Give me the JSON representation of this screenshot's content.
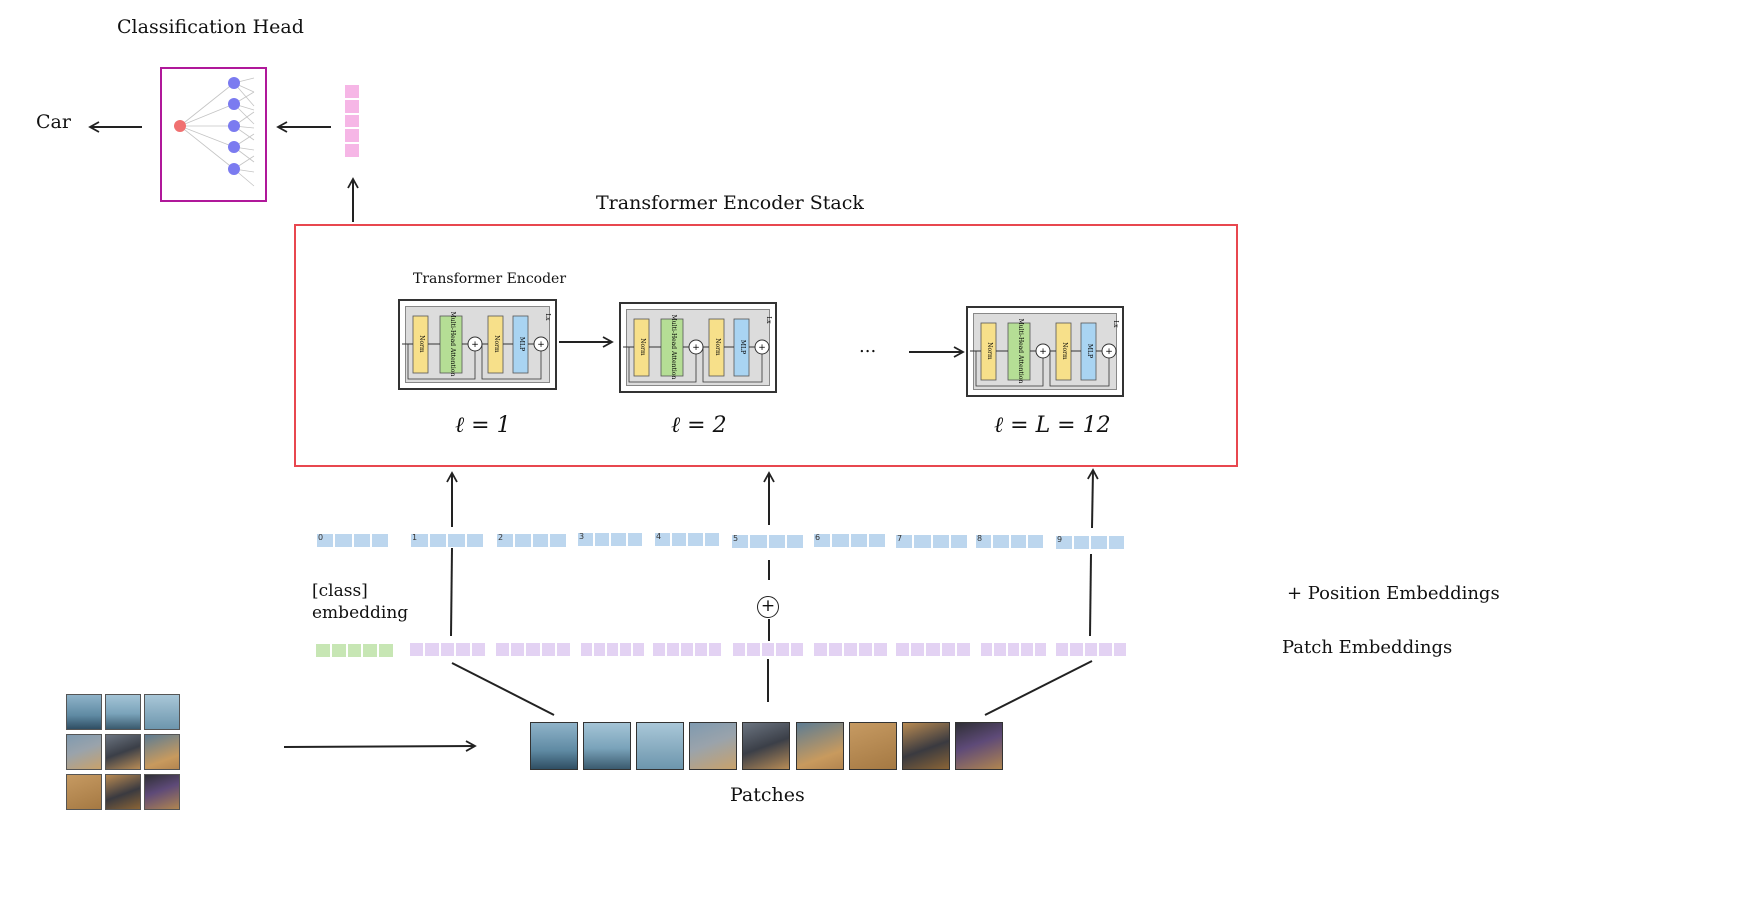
{
  "labels": {
    "classification_head": "Classification Head",
    "car": "Car",
    "stack_title": "Transformer  Encoder Stack",
    "encoder_title": "Transformer Encoder",
    "ellipsis": "...",
    "class_embedding_1": "[class]",
    "class_embedding_2": "embedding",
    "position_embeddings": "+ Position Embeddings",
    "patch_embeddings": "Patch Embeddings",
    "patches": "Patches",
    "plus": "+"
  },
  "encoder_blocks": [
    {
      "layer_label": "ℓ = 1"
    },
    {
      "layer_label": "ℓ = 2"
    },
    {
      "layer_label": "ℓ = L = 12"
    }
  ],
  "encoder_internals": {
    "norm": "Norm",
    "attention": "Multi-Head Attention",
    "mlp": "MLP",
    "lx": "Lx"
  },
  "position_tokens": [
    "0",
    "1",
    "2",
    "3",
    "4",
    "5",
    "6",
    "7",
    "8",
    "9"
  ],
  "colors": {
    "head_border": "#b0189a",
    "stack_border": "#e8474f",
    "output_node": "#f07070",
    "hidden_node": "#7b7bf0",
    "cls_vector": "#f6b6e6",
    "position_embedding": "#bcd6ee",
    "patch_embedding": "#e3d2f3",
    "class_embedding": "#c7e6b4",
    "norm_block": "#f7e08a",
    "attention_block": "#b5de95",
    "mlp_block": "#a9d4f2"
  }
}
